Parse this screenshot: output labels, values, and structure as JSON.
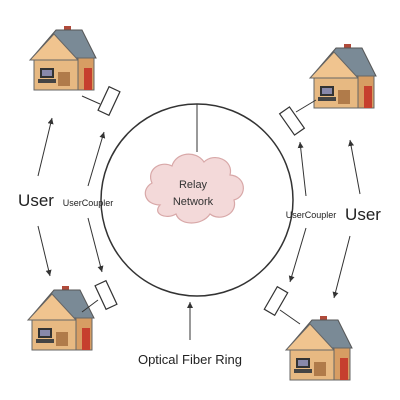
{
  "diagram": {
    "cloud_label_line1": "Relay",
    "cloud_label_line2": "Network",
    "ring_label": "Optical Fiber Ring",
    "left_user_label": "User",
    "right_user_label": "User",
    "left_coupler_label": "UserCoupler",
    "right_coupler_label": "UserCoupler",
    "houses": [
      "house-top-left",
      "house-top-right",
      "house-bottom-left",
      "house-bottom-right"
    ]
  },
  "colors": {
    "roof": "#7a8a96",
    "wall": "#e7b982",
    "chimney": "#b04a3a",
    "door": "#c63f2e",
    "ring": "#333333",
    "cloud": "#f3d9d9"
  }
}
